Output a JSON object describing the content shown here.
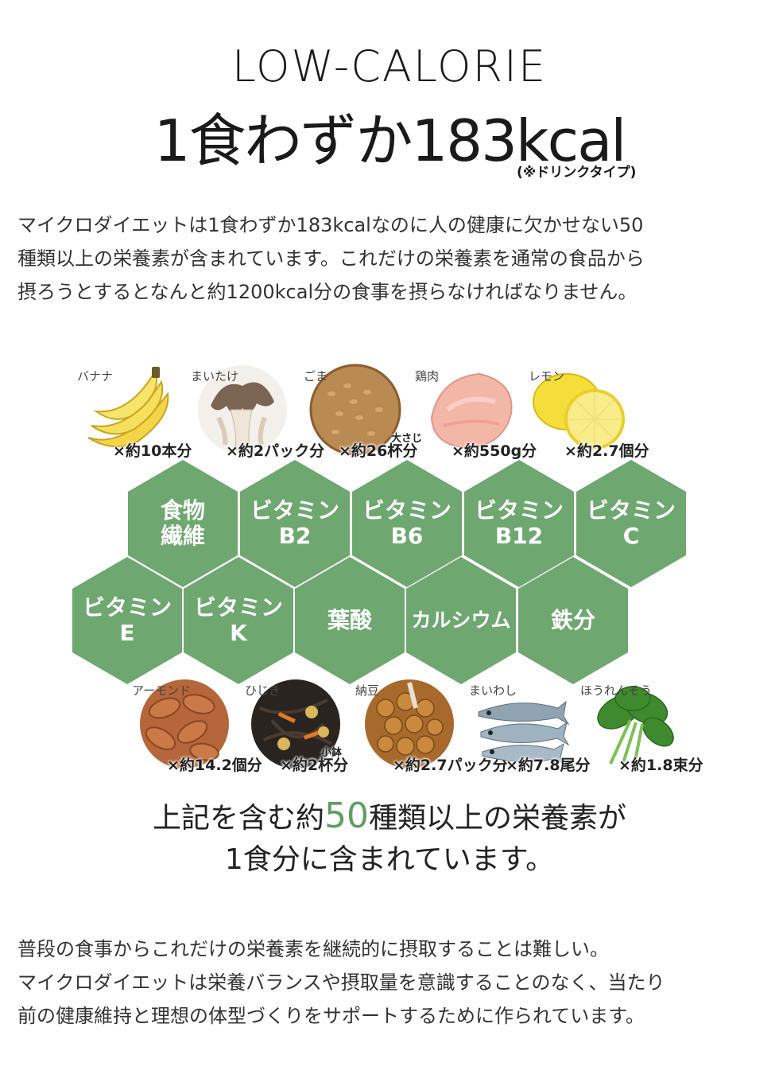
{
  "heading": {
    "title_en": "LOW-CALORIE",
    "title_jp": "1食わずか183kcal",
    "note": "(※ドリンクタイプ)"
  },
  "intro": "マイクロダイエットは1食わずか183kcalなのに人の健康に欠かせない50\n種類以上の栄養素が含まれています。これだけの栄養素を通常の食品から\n摂ろうとするとなんと約1200kcal分の食事を摂らなければなりません。",
  "foods_top": [
    {
      "name": "バナナ",
      "qty": "×約10本分",
      "icon": "banana-icon"
    },
    {
      "name": "まいたけ",
      "qty": "×約2パック分",
      "icon": "maitake-icon"
    },
    {
      "name": "ごま",
      "qty": "×約26杯分",
      "sub": "大さじ",
      "icon": "sesame-icon"
    },
    {
      "name": "鶏肉",
      "qty": "×約550g分",
      "icon": "chicken-icon"
    },
    {
      "name": "レモン",
      "qty": "×約2.7個分",
      "icon": "lemon-icon"
    }
  ],
  "nutrients": [
    "食物\n繊維",
    "ビタミン\nB2",
    "ビタミン\nB6",
    "ビタミン\nB12",
    "ビタミン\nC",
    "ビタミン\nE",
    "ビタミン\nK",
    "葉酸",
    "カルシウム",
    "鉄分"
  ],
  "foods_bottom": [
    {
      "name": "アーモンド",
      "qty": "×約14.2個分",
      "icon": "almond-icon"
    },
    {
      "name": "ひじき",
      "qty": "×約2杯分",
      "sub": "小鉢",
      "icon": "hijiki-icon"
    },
    {
      "name": "納豆",
      "qty": "×約2.7パック分",
      "icon": "natto-icon"
    },
    {
      "name": "まいわし",
      "qty": "×約7.8尾分",
      "icon": "sardine-icon"
    },
    {
      "name": "ほうれんそう",
      "qty": "×約1.8束分",
      "icon": "spinach-icon"
    }
  ],
  "summary": {
    "line1_pre": "上記を含む約",
    "line1_num": "50",
    "line1_post": "種類以上の栄養素が",
    "line2": "1食分に含まれています。"
  },
  "outro": "普段の食事からこれだけの栄養素を継続的に摂取することは難しい。\nマイクロダイエットは栄養バランスや摂取量を意識することのなく、当たり\n前の健康維持と理想の体型づくりをサポートするために作られています。",
  "colors": {
    "hex_green": "#6fa771",
    "accent_green": "#5e9e63"
  }
}
